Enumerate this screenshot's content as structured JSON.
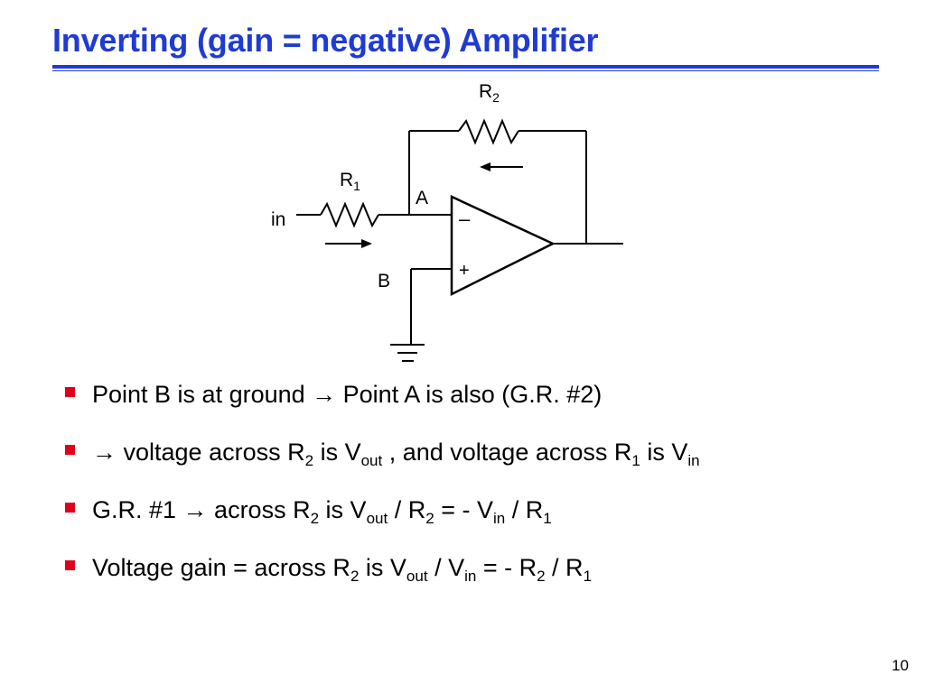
{
  "slide": {
    "title": "Inverting (gain = negative) Amplifier",
    "page_number": "10"
  },
  "circuit": {
    "r2": {
      "letter": "R",
      "sub": "2"
    },
    "r1": {
      "letter": "R",
      "sub": "1"
    },
    "node_a": "A",
    "node_b": "B",
    "input": "in",
    "minus": "–",
    "plus": "+"
  },
  "colors": {
    "title": "#1f3bd4",
    "bullet": "#e0001a"
  },
  "arrow_glyph": "→",
  "bullets": [
    {
      "t1": "Point B is at ground ",
      "t2": " Point A is also (G.R. #2)"
    },
    {
      "t1": " voltage across R",
      "s1": "2",
      "t2": " is V",
      "s2": "out",
      "t3": " , and voltage across R",
      "s3": "1",
      "t4": " is V",
      "s4": "in"
    },
    {
      "t1": "G.R. #1 ",
      "t2": " across R",
      "s2": "2",
      "t3": " is V",
      "s3": "out",
      "t4": " / R",
      "s4": "2",
      "t5": " = - V",
      "s5": "in",
      "t6": " / R",
      "s6": "1"
    },
    {
      "t1": "Voltage gain =  across R",
      "s1": "2",
      "t2": " is V",
      "s2": "out",
      "t3": " / V",
      "s3": "in",
      "t4": "  = - R",
      "s4": "2",
      "t5": " / R",
      "s5": "1"
    }
  ]
}
